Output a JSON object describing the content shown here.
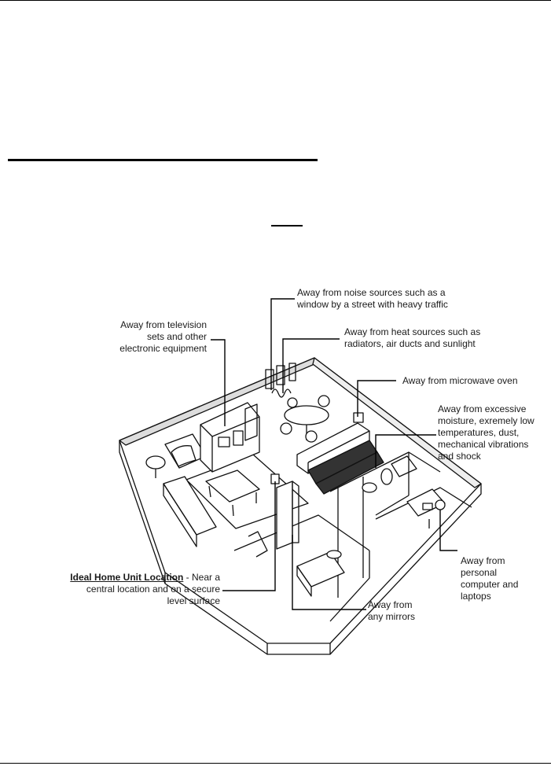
{
  "callouts": {
    "noise_line1": "Away from noise sources such as a",
    "noise_line2": "window by a street with heavy traffic",
    "tv_line1": "Away from television",
    "tv_line2": "sets and other",
    "tv_line3": "electronic equipment",
    "heat_line1": "Away from heat sources such as",
    "heat_line2": "radiators, air ducts and sunlight",
    "microwave": "Away from microwave oven",
    "moisture_line1": "Away from excessive",
    "moisture_line2": "moisture, exremely low",
    "moisture_line3": "temperatures, dust,",
    "moisture_line4": "mechanical vibrations",
    "moisture_line5": "and  shock",
    "ideal_title": "Ideal Home Unit Location",
    "ideal_rest1": " - Near a",
    "ideal_line2": "central location and on a secure",
    "ideal_line3": "level surface",
    "computer_line1": "Away from",
    "computer_line2": "personal",
    "computer_line3": "computer and",
    "computer_line4": "laptops",
    "mirrors_line1": "Away from",
    "mirrors_line2": "any mirrors"
  }
}
